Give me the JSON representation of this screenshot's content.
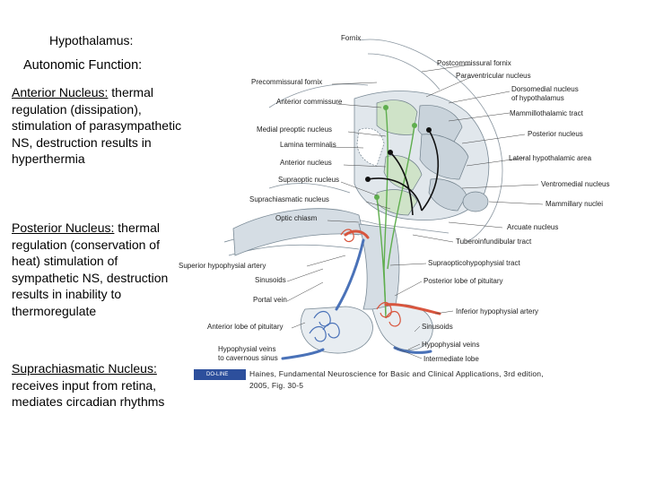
{
  "left_panel": {
    "heading1": "Hypothalamus:",
    "heading2": "Autonomic Function:",
    "blocks": [
      {
        "term": "Anterior Nucleus:",
        "rest": " thermal regulation (dissipation), stimulation of parasympathetic NS, destruction results in hyperthermia"
      },
      {
        "term": "Posterior Nucleus:",
        "rest": " thermal regulation (conservation of heat) stimulation of sympathetic NS, destruction results in inability to thermoregulate"
      },
      {
        "term": "Suprachiasmatic Nucleus:",
        "rest": " receives input from retina, mediates circadian rhythms"
      }
    ]
  },
  "diagram_labels": {
    "left": [
      "Precommissural fornix",
      "Anterior commissure",
      "Medial preoptic nucleus",
      "Lamina terminalis",
      "Anterior nucleus",
      "Supraoptic nucleus",
      "Suprachiasmatic nucleus",
      "Optic chiasm",
      "Superior hypophysial artery",
      "Sinusoids",
      "Portal vein",
      "Anterior lobe of pituitary",
      "Hypophysial veins to cavernous sinus"
    ],
    "right": [
      "Fornix",
      "Postcommissural fornix",
      "Paraventricular nucleus",
      "Dorsomedial nucleus of hypothalamus",
      "Mammillothalamic tract",
      "Posterior nucleus",
      "Lateral hypothalamic area",
      "Ventromedial nucleus",
      "Mammillary nuclei",
      "Arcuate nucleus",
      "Tuberoinfundibular tract",
      "Supraopticohypophysial tract",
      "Posterior lobe of pituitary",
      "Inferior hypophysial artery",
      "Sinusoids",
      "Hypophysial veins",
      "Intermediate lobe"
    ]
  },
  "credit": {
    "logo_text": "DO-LINE",
    "text": "Haines, Fundamental Neuroscience for Basic and Clinical Applications, 3rd edition, 2005, Fig. 30-5"
  },
  "colors": {
    "artery": "#d8553d",
    "vein": "#4a72b8",
    "tract_green": "#5fae4e",
    "nucleus_green": "#cfe3c8",
    "structure_gray": "#c9d3db"
  }
}
